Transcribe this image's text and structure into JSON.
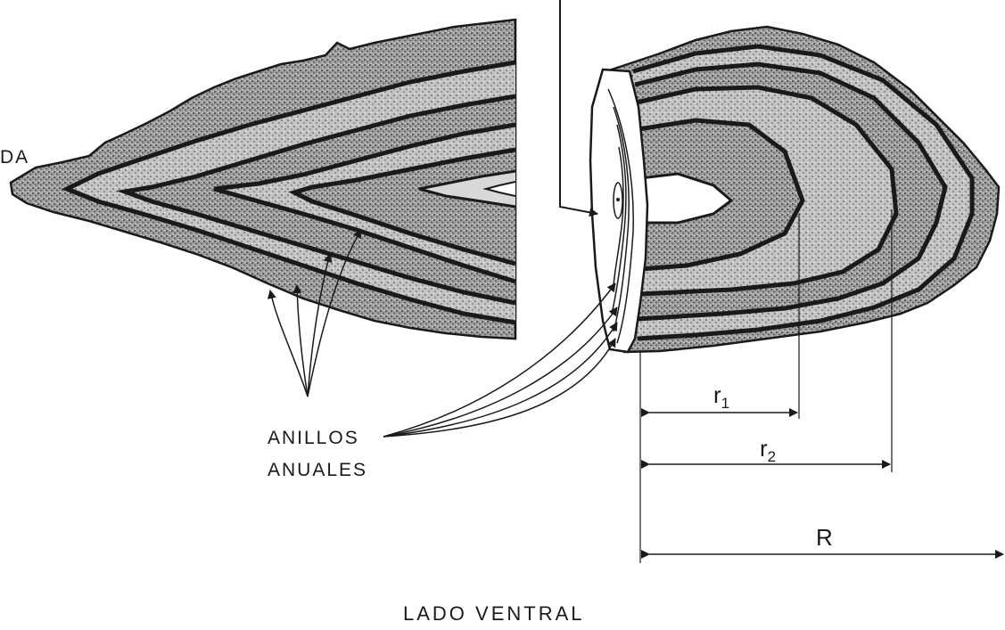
{
  "labels": {
    "da": "DA",
    "anillos": "ANILLOS",
    "anuales": "ANUALES",
    "r1_base": "r",
    "r1_sub": "1",
    "r2_base": "r",
    "r2_sub": "2",
    "big_r": "R",
    "lado_ventral": "LADO VENTRAL"
  },
  "colors": {
    "ink": "#1a1a1a",
    "shade": "#6f6f6f",
    "paper": "#ffffff"
  }
}
